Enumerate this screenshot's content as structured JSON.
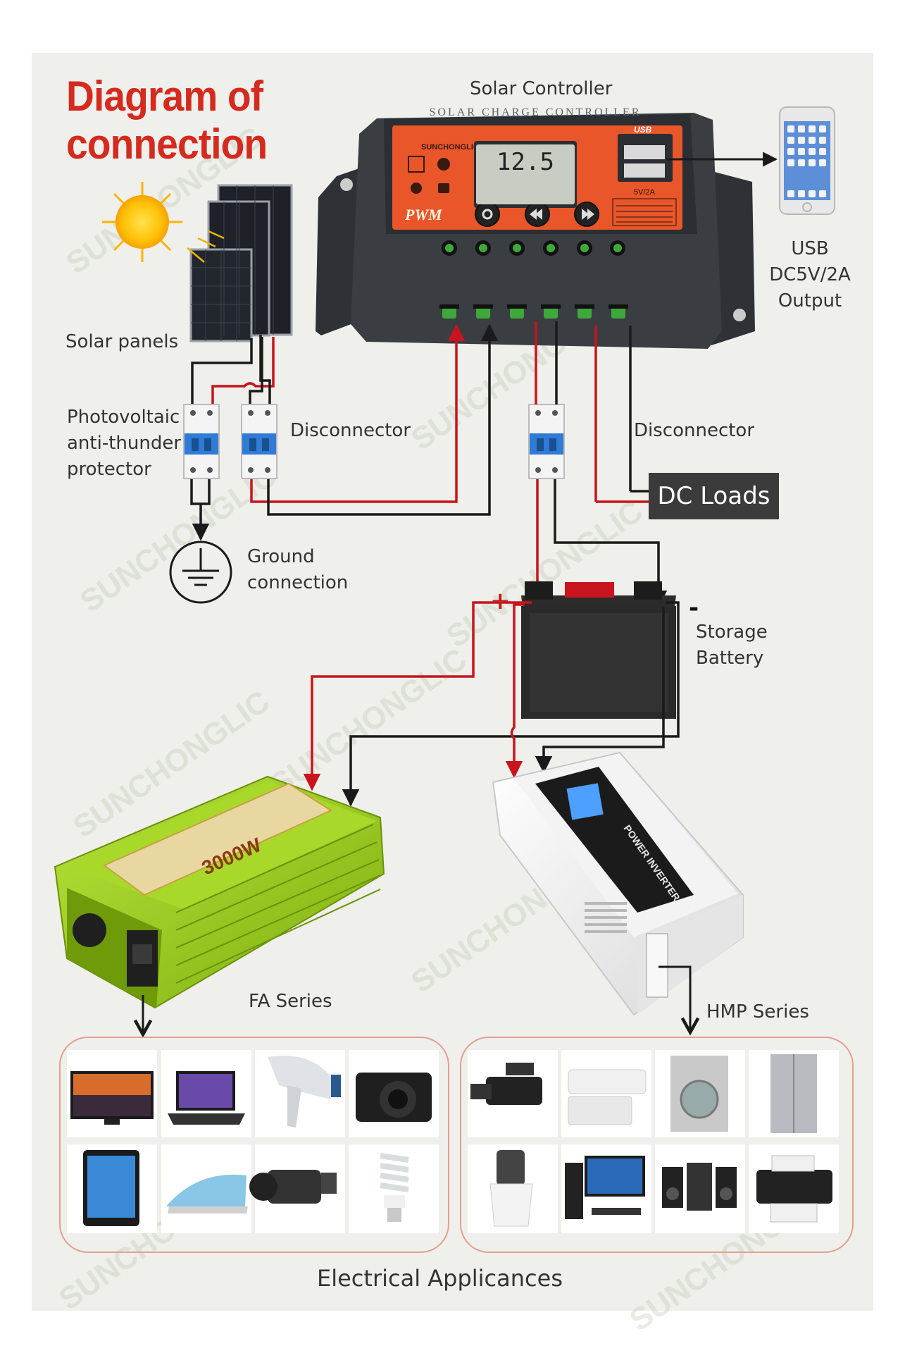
{
  "title": [
    "Diagram of",
    "connection"
  ],
  "labels": {
    "solar_controller": "Solar Controller",
    "usb_output": [
      "USB",
      "DC5V/2A",
      "Output"
    ],
    "solar_panels": "Solar panels",
    "pv_protector": [
      "Photovoltaic",
      "anti-thunder",
      "protector"
    ],
    "disconnector_left": "Disconnector",
    "disconnector_right": "Disconnector",
    "dc_loads": "DC Loads",
    "ground_connection": [
      "Ground",
      "connection"
    ],
    "storage_battery": [
      "Storage",
      "Battery"
    ],
    "battery_plus": "+",
    "battery_minus": "-",
    "fa_series": "FA Series",
    "hmp_series": "HMP Series",
    "electrical_appliances": "Electrical Applicances"
  },
  "controller": {
    "brand": "SUNCHONGLIC",
    "header": "SOLAR CHARGE CONTROLLER",
    "mode": "PWM",
    "display_value": "12.5",
    "usb_badge": "USB",
    "usb_rating": "5V/2A"
  },
  "inverters": {
    "fa_power": "3000W",
    "hmp_label": "POWER INVERTER"
  },
  "watermark": "SUNCHONGLIC",
  "appliances": {
    "fa_group": [
      {
        "icon": "tv-icon"
      },
      {
        "icon": "laptop-icon"
      },
      {
        "icon": "hair-dryer-icon"
      },
      {
        "icon": "camera-icon"
      },
      {
        "icon": "tablet-icon"
      },
      {
        "icon": "iron-icon"
      },
      {
        "icon": "camcorder-icon"
      },
      {
        "icon": "cfl-bulb-icon"
      }
    ],
    "hmp_group": [
      {
        "icon": "video-camera-icon"
      },
      {
        "icon": "air-conditioner-icon"
      },
      {
        "icon": "washing-machine-icon"
      },
      {
        "icon": "refrigerator-icon"
      },
      {
        "icon": "juicer-icon"
      },
      {
        "icon": "desktop-pc-icon"
      },
      {
        "icon": "stereo-icon"
      },
      {
        "icon": "printer-icon"
      }
    ]
  },
  "colors": {
    "title_red": "#d42b1e",
    "wire_red": "#c8141c",
    "wire_black": "#1a1a1a",
    "controller_orange": "#e8562a",
    "controller_body": "#3a3d42",
    "dc_loads_bg": "#3b3b3b",
    "fa_green": "#9ccf1c",
    "group_border": "#e2a08f"
  }
}
